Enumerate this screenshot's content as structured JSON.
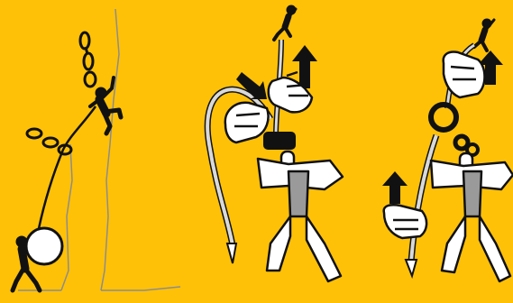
{
  "colors": {
    "background": "#FFC107",
    "ink": "#111111",
    "white": "#FFFFFF",
    "rope": "#D9D9D9",
    "rock": "#8C8C8C",
    "harness_grey": "#9A9A9A"
  },
  "scenes": [
    {
      "id": "fall-risk-scene",
      "icons": [
        "rock-wall",
        "quickdraw-icon",
        "quickdraw-icon",
        "lead-climber-icon",
        "belayer-icon",
        "counterweight-ball-icon",
        "rope"
      ]
    },
    {
      "id": "belay-device-pull-scene",
      "icons": [
        "climber-icon",
        "arrow-up-icon",
        "arrow-down-icon",
        "hand-icon",
        "hand-icon",
        "belay-device-icon",
        "harness-icon"
      ]
    },
    {
      "id": "belay-device-lock-scene",
      "icons": [
        "climber-icon",
        "arrow-up-icon",
        "arrow-up-icon",
        "hand-icon",
        "hand-icon",
        "carabiner-icon",
        "harness-icon"
      ]
    }
  ]
}
